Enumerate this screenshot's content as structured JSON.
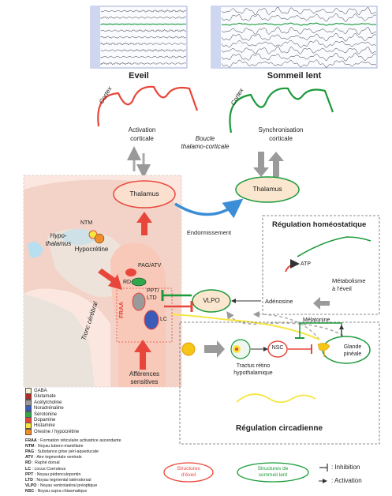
{
  "eeg": {
    "wake_title": "Eveil",
    "sleep_title": "Sommeil lent",
    "wake_color": "#e8463a",
    "sleep_color": "#1a9a3a"
  },
  "cortex": {
    "left_label": "Cortex",
    "right_label": "Cortex",
    "left_text": [
      "Activation",
      "corticale"
    ],
    "right_text": [
      "Synchronisation",
      "corticale"
    ],
    "loop_label": [
      "Boucle",
      "thalamo-corticale"
    ]
  },
  "brain": {
    "thalamus_left": "Thalamus",
    "thalamus_right": "Thalamus",
    "endormissement": "Endormissement",
    "hypothalamus": [
      "Hypo-",
      "thalamus"
    ],
    "ntm": "NTM",
    "hypocretine": "Hypocrétine",
    "pag_atv": "PAG/ATV",
    "rd": "RD",
    "ppt_ltd": [
      "PPT/",
      "LTD"
    ],
    "lc": "LC",
    "fraa": "FRAA",
    "tronc": "Tronc cérébral",
    "afferences": [
      "Afférences",
      "sensitives"
    ],
    "vlpo": "VLPO"
  },
  "homeostatic": {
    "title": "Régulation homéostatique",
    "atp": "ATP",
    "adenosine": "Adénosine",
    "metabolisme": [
      "Métabolisme",
      "à l'éveil"
    ]
  },
  "circadian": {
    "title": "Régulation circadienne",
    "nsc": "NSC",
    "tractus": [
      "Tractus rétino",
      "hypothalamique"
    ],
    "melatonine": "Mélatonine",
    "glande": [
      "Glande",
      "pinéale"
    ]
  },
  "legend": {
    "colors": [
      {
        "label": "GABA",
        "color": "#f2f0d0"
      },
      {
        "label": "Glutamate",
        "color": "#b02a2a"
      },
      {
        "label": "Acétylcholine",
        "color": "#9a9a9a"
      },
      {
        "label": "Noradrénaline",
        "color": "#3a5bb8"
      },
      {
        "label": "Sérotonine",
        "color": "#2fa84a"
      },
      {
        "label": "Dopamine",
        "color": "#e8463a"
      },
      {
        "label": "Histamine",
        "color": "#f5e642"
      },
      {
        "label": "Orexine / hypocrétine",
        "color": "#f08c2a"
      }
    ],
    "abbreviations": [
      {
        "abbr": "FRAA",
        "text": " : Formation réticulaire activatrice  ascendante"
      },
      {
        "abbr": "NTM",
        "text": " : Noyau tubero-mamillaire"
      },
      {
        "abbr": "PAG",
        "text": " : Substance grise péri-aqueducale"
      },
      {
        "abbr": "ATV",
        "text": " : Aire tegmentale ventrale"
      },
      {
        "abbr": "RD",
        "text": " : Raphé dorsal"
      },
      {
        "abbr": "LC",
        "text": " : Locus Coeruleus"
      },
      {
        "abbr": "PPT",
        "text": " : Noyau pédonculopontin"
      },
      {
        "abbr": "LTD",
        "text": " : Noyau tegmental latérodorsal"
      },
      {
        "abbr": "VLPO",
        "text": " : Noyau ventrolatéral préoptique"
      },
      {
        "abbr": "NSC",
        "text": " : Noyau supra chiasmatique"
      }
    ],
    "structures_eveil": [
      "Structures",
      "d'éveil"
    ],
    "structures_sommeil": [
      "Structures de",
      "sommeil lent"
    ],
    "inhibition": "Inhibition",
    "activation": "Activation"
  }
}
